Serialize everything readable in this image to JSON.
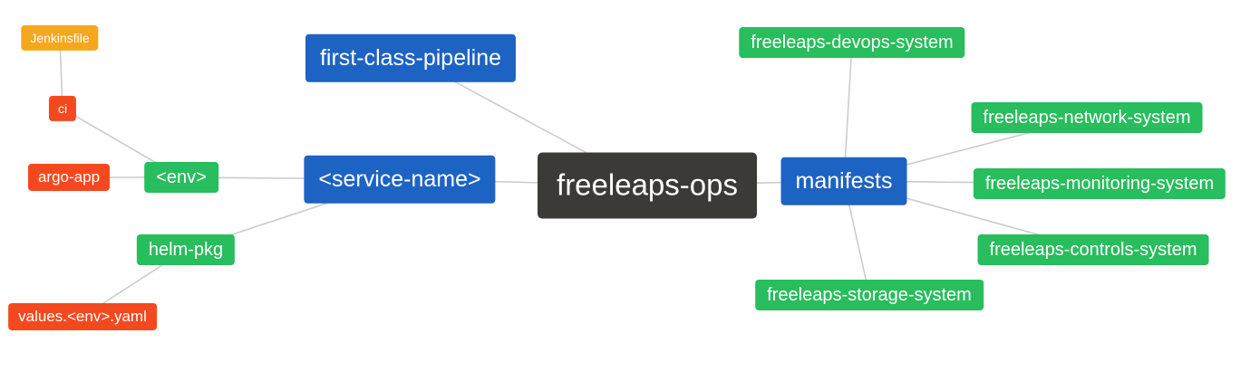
{
  "diagram": {
    "nodes": [
      {
        "id": "root",
        "label": "freeleaps-ops"
      },
      {
        "id": "first-class-pipeline",
        "label": "first-class-pipeline"
      },
      {
        "id": "service-name",
        "label": "<service-name>"
      },
      {
        "id": "manifests",
        "label": "manifests"
      },
      {
        "id": "env",
        "label": "<env>"
      },
      {
        "id": "helm-pkg",
        "label": "helm-pkg"
      },
      {
        "id": "ci",
        "label": "ci"
      },
      {
        "id": "argo-app",
        "label": "argo-app"
      },
      {
        "id": "values-env-yaml",
        "label": "values.<env>.yaml"
      },
      {
        "id": "jenkinsfile",
        "label": "Jenkinsfile"
      },
      {
        "id": "devops-system",
        "label": "freeleaps-devops-system"
      },
      {
        "id": "network-system",
        "label": "freeleaps-network-system"
      },
      {
        "id": "monitoring-system",
        "label": "freeleaps-monitoring-system"
      },
      {
        "id": "controls-system",
        "label": "freeleaps-controls-system"
      },
      {
        "id": "storage-system",
        "label": "freeleaps-storage-system"
      }
    ],
    "edges": [
      [
        "jenkinsfile",
        "ci"
      ],
      [
        "ci",
        "env"
      ],
      [
        "argo-app",
        "env"
      ],
      [
        "env",
        "service-name"
      ],
      [
        "values-env-yaml",
        "helm-pkg"
      ],
      [
        "helm-pkg",
        "service-name"
      ],
      [
        "first-class-pipeline",
        "root"
      ],
      [
        "service-name",
        "root"
      ],
      [
        "root",
        "manifests"
      ],
      [
        "manifests",
        "devops-system"
      ],
      [
        "manifests",
        "network-system"
      ],
      [
        "manifests",
        "monitoring-system"
      ],
      [
        "manifests",
        "controls-system"
      ],
      [
        "manifests",
        "storage-system"
      ]
    ]
  },
  "colors": {
    "background": "#ffffff",
    "root_bg": "#3b3a37",
    "branch_bg": "#1d63c4",
    "green_bg": "#28bd5d",
    "red_bg": "#f4491e",
    "orange_bg": "#f5a71e",
    "edge_line": "#cccccc",
    "text": "#ffffff"
  }
}
